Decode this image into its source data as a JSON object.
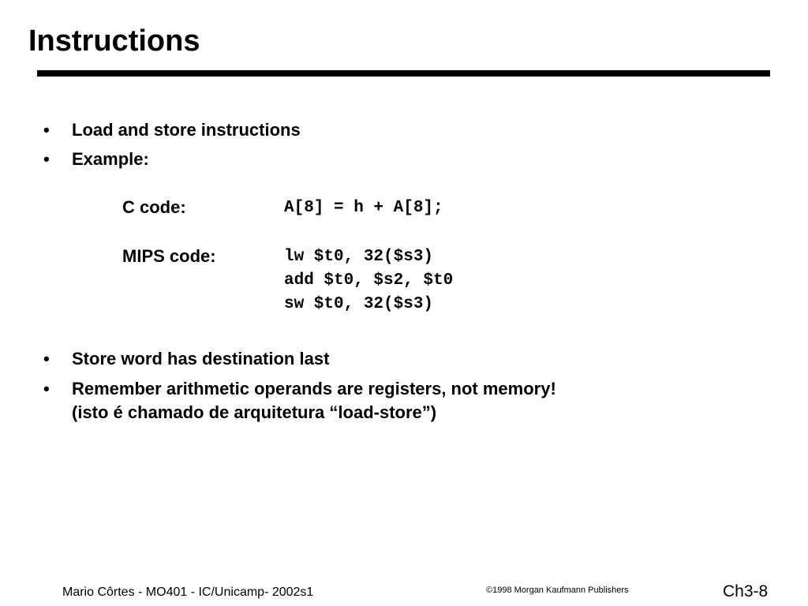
{
  "slide": {
    "title": "Instructions",
    "bullets": [
      {
        "marker": "•",
        "text": "Load and store instructions"
      },
      {
        "marker": "•",
        "text": "Example:"
      },
      {
        "marker": "•",
        "text": "Store word has destination last"
      },
      {
        "marker": "•",
        "text": "Remember arithmetic operands are registers, not memory!",
        "continuation": "(isto é chamado de arquitetura “load-store”)"
      }
    ],
    "example": {
      "c_label": "C code:",
      "c_code": "A[8] = h + A[8];",
      "mips_label": "MIPS code:",
      "mips_code": [
        "lw $t0, 32($s3)",
        "add $t0, $s2, $t0",
        "sw $t0, 32($s3)"
      ]
    },
    "footer": {
      "left": "Mario Côrtes - MO401 - IC/Unicamp- 2002s1",
      "center": "©1998 Morgan Kaufmann Publishers",
      "right": "Ch3-8"
    }
  }
}
